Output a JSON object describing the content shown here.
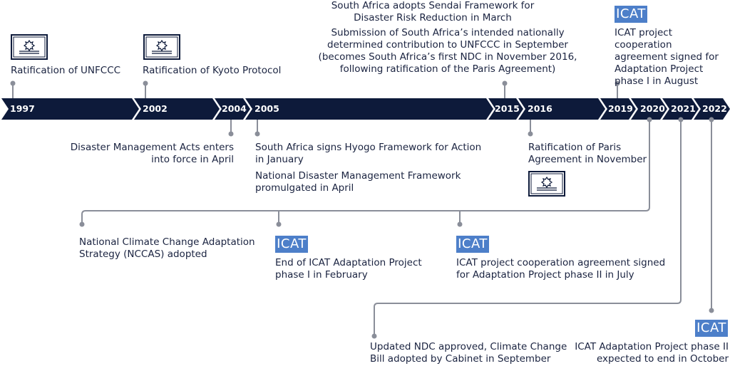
{
  "colors": {
    "arrow_fill": "#0d1a3a",
    "connector": "#8a8e99",
    "dot": "#8a8e99",
    "icat_badge": "#4d7fc9",
    "text": "#1a2340"
  },
  "timeline": {
    "years": [
      "1997",
      "2002",
      "2004",
      "2005",
      "2015",
      "2016",
      "2019",
      "2020",
      "2021",
      "2022"
    ]
  },
  "badge_label": "ICAT",
  "events": {
    "e1997": "Ratification of UNFCCC",
    "e2002": "Ratification of Kyoto Protocol",
    "e2004": [
      "Disaster Management Acts enters",
      "into force in April"
    ],
    "e2005a": [
      "South Africa signs Hyogo Framework for Action",
      "in January"
    ],
    "e2005b": [
      "National Disaster Management Framework",
      "promulgated in April"
    ],
    "e2015a": [
      "South Africa adopts Sendai Framework for",
      "Disaster Risk Reduction in March"
    ],
    "e2015b": [
      "Submission of South Africa’s intended nationally",
      "determined contribution to UNFCCC in September",
      "(becomes South Africa’s first NDC in November 2016,",
      "following ratification of the Paris Agreement)"
    ],
    "e2016": [
      "Ratification of Paris",
      "Agreement in November"
    ],
    "e2019": [
      "ICAT project cooperation",
      "agreement signed for",
      "Adaptation Project",
      "phase I in August"
    ],
    "e2020a": [
      "National Climate Change Adaptation",
      "Strategy (NCCAS) adopted"
    ],
    "e2020b": [
      "End of ICAT Adaptation Project",
      "phase I in February"
    ],
    "e2020c": [
      "ICAT project cooperation agreement signed",
      "for Adaptation Project phase II in July"
    ],
    "e2021": [
      "Updated NDC approved, Climate Change",
      "Bill adopted by Cabinet in September"
    ],
    "e2022": [
      "ICAT Adaptation Project phase II",
      "expected to end in October"
    ]
  },
  "icons": {
    "certificate": "certificate-icon",
    "badge": "icat-badge"
  }
}
